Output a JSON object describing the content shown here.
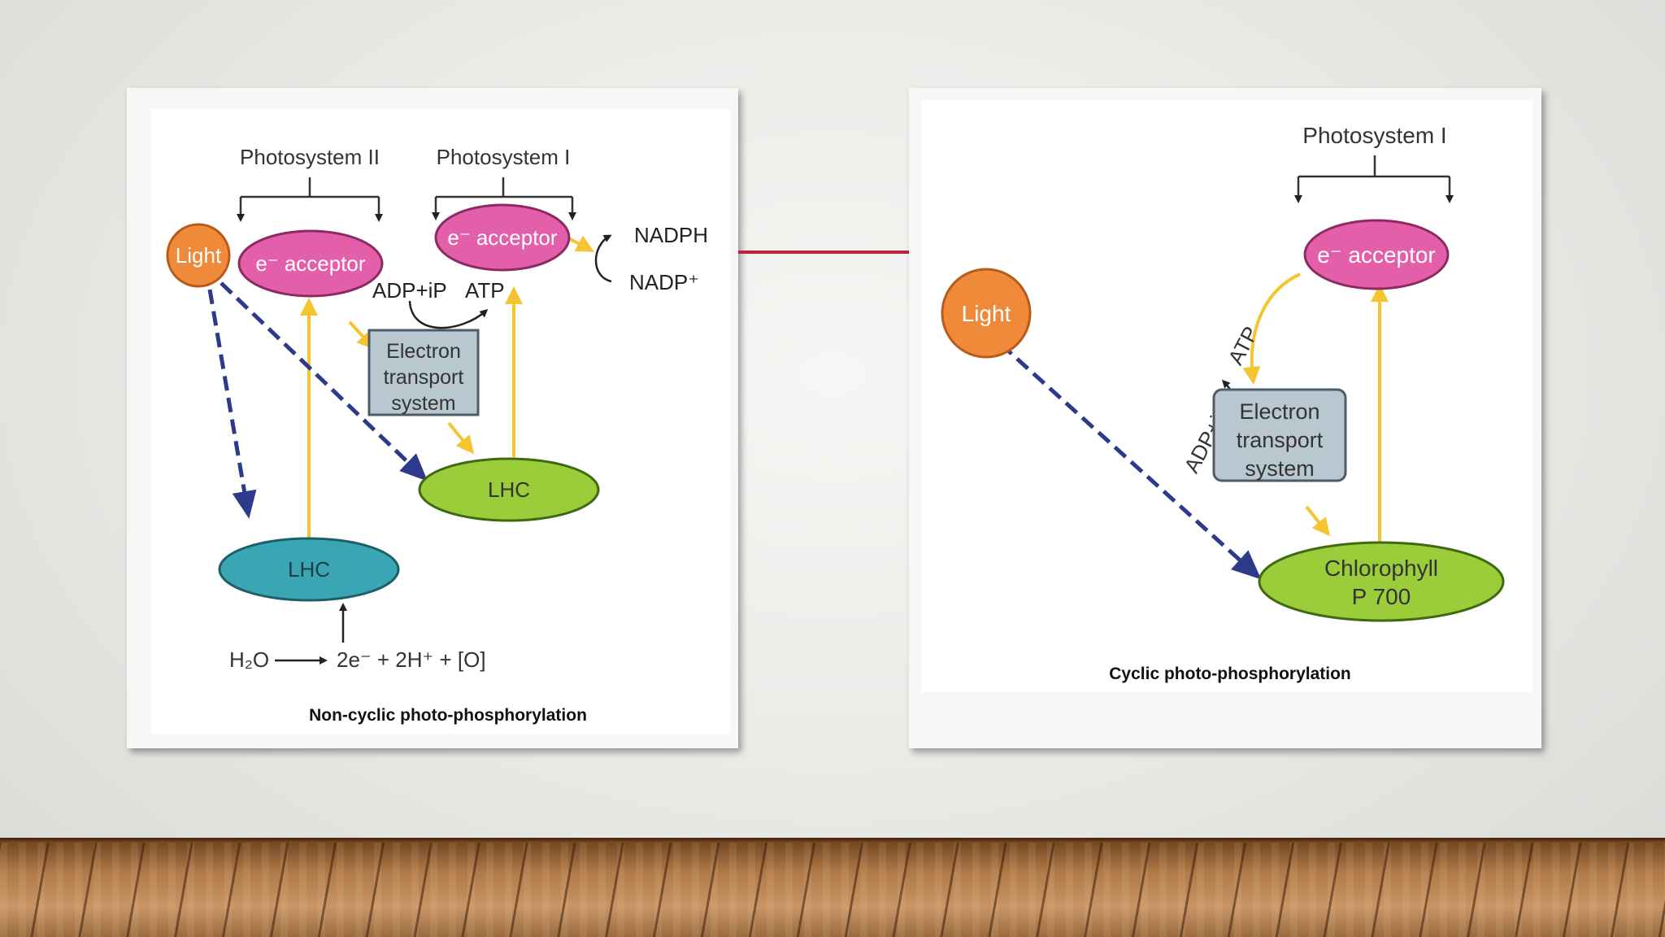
{
  "left_diagram": {
    "photosystem_ii": "Photosystem II",
    "photosystem_i": "Photosystem I",
    "light": "Light",
    "acceptor_ii": "e⁻ acceptor",
    "acceptor_i": "e⁻ acceptor",
    "nadph": "NADPH",
    "nadp": "NADP⁺",
    "adp_ip": "ADP+iP",
    "atp": "ATP",
    "ets_line1": "Electron",
    "ets_line2": "transport",
    "ets_line3": "system",
    "lhc_i": "LHC",
    "lhc_ii": "LHC",
    "water": "H₂O",
    "water_products": "2e⁻ + 2H⁺ + [O]",
    "caption": "Non-cyclic photo-phosphorylation"
  },
  "right_diagram": {
    "photosystem_i": "Photosystem I",
    "light": "Light",
    "acceptor": "e⁻ acceptor",
    "adp_ip": "ADP+iP",
    "atp": "ATP",
    "ets_line1": "Electron",
    "ets_line2": "transport",
    "ets_line3": "system",
    "chlorophyll_line1": "Chlorophyll",
    "chlorophyll_line2": "P 700",
    "caption": "Cyclic photo-phosphorylation"
  },
  "colors": {
    "light": "#ef8a3a",
    "acceptor": "#e45fa9",
    "lhc_green": "#9bcd3a",
    "lhc_teal": "#3aa6b3",
    "ets_box": "#b9c7d0",
    "yellow_arrow": "#f4c531",
    "blue_arrow": "#2d3a8c",
    "connector": "#c0203a"
  }
}
